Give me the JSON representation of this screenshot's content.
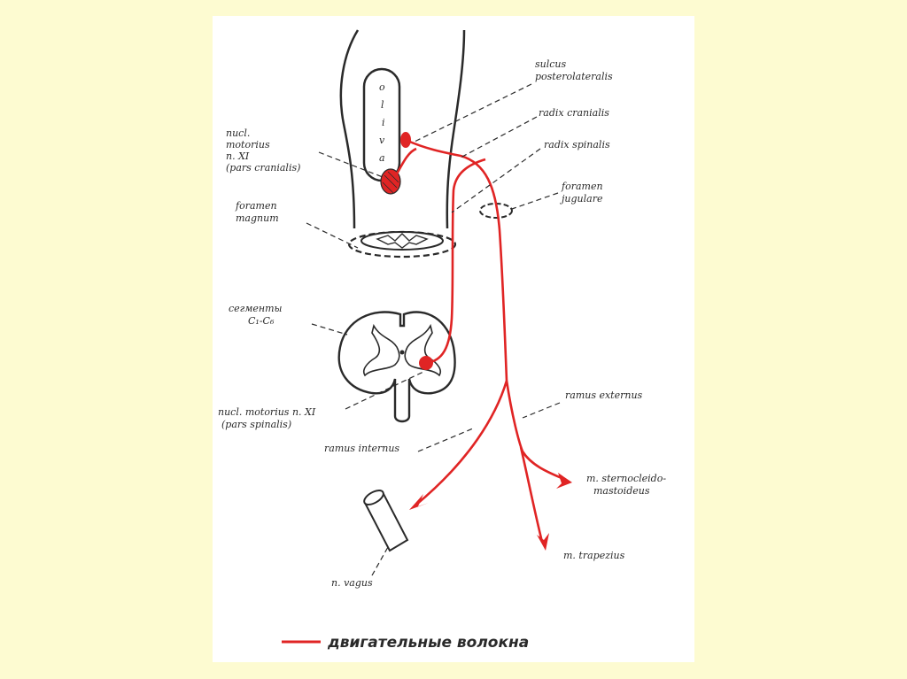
{
  "colors": {
    "background": "#fdfbd1",
    "card": "#ffffff",
    "ink": "#2a2a2a",
    "motor_fibers": "#e02424"
  },
  "labels": {
    "sulcus": [
      "sulcus",
      "posterolateralis"
    ],
    "radix_cranialis": "radix cranialis",
    "radix_spinalis": "radix spinalis",
    "foramen_jugulare": [
      "foramen",
      "jugulare"
    ],
    "nucl_cranial": [
      "nucl.",
      "motorius",
      "n. XI",
      "(pars cranialis)"
    ],
    "foramen_magnum": [
      "foramen",
      "magnum"
    ],
    "segments": [
      "сегменты",
      "C₁-C₆"
    ],
    "nucl_spinal": [
      "nucl. motorius n. XI",
      "(pars spinalis)"
    ],
    "ramus_externus": "ramus externus",
    "ramus_internus": "ramus internus",
    "sternocleido": [
      "m. sternocleido-",
      "mastoideus"
    ],
    "trapezius": "m. trapezius",
    "vagus": "n. vagus",
    "oliva_letters": [
      "o",
      "l",
      "i",
      "v",
      "a"
    ]
  },
  "legend": {
    "text": "двигательные волокна",
    "line_color": "#e02424"
  }
}
